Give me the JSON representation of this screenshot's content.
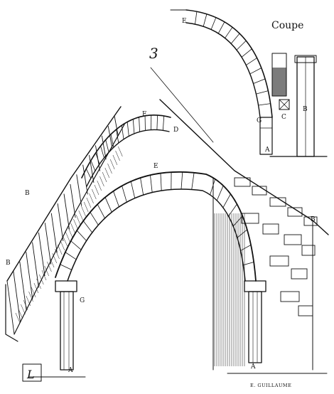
{
  "figure": {
    "number": "3",
    "signature": "E. GUILLAUME",
    "monogram": "L"
  },
  "section_view": {
    "title": "Coupe",
    "labels": {
      "e": "E",
      "g": "G",
      "c": "C",
      "b": "B",
      "a": "A"
    }
  },
  "main_view": {
    "labels": {
      "e_upper": "E",
      "e_lower": "E",
      "d": "D",
      "b_left_upper": "B",
      "b_left_lower": "B",
      "b_right": "B",
      "g": "G",
      "a_left": "A",
      "a_right": "A"
    }
  }
}
